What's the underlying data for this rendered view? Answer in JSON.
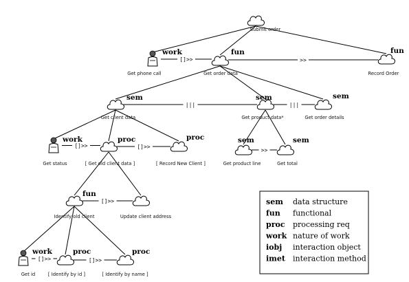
{
  "diagram": {
    "nodes": [
      {
        "id": "submit-order",
        "label": "Submit order",
        "type": "",
        "shape": "cloud"
      },
      {
        "id": "get-phone-call",
        "label": "Get phone call",
        "type": "work",
        "shape": "person"
      },
      {
        "id": "get-order-data",
        "label": "Get order data",
        "type": "fun",
        "shape": "cloud"
      },
      {
        "id": "record-order",
        "label": "Record Order",
        "type": "fun",
        "shape": "cloud"
      },
      {
        "id": "get-client-data",
        "label": "Get client data",
        "type": "sem",
        "shape": "cloud"
      },
      {
        "id": "get-product-data",
        "label": "Get product data*",
        "type": "sem",
        "shape": "cloud"
      },
      {
        "id": "get-order-details",
        "label": "Get order details",
        "type": "sem",
        "shape": "cloud"
      },
      {
        "id": "get-status",
        "label": "Get status",
        "type": "work",
        "shape": "person"
      },
      {
        "id": "get-old-client-data",
        "label": "[ Get old client data ]",
        "type": "proc",
        "shape": "cloud"
      },
      {
        "id": "record-new-client",
        "label": "[ Record New Client ]",
        "type": "proc",
        "shape": "cloud"
      },
      {
        "id": "get-product-line",
        "label": "Get product line",
        "type": "sem",
        "shape": "cloud"
      },
      {
        "id": "get-total",
        "label": "Get total",
        "type": "sem",
        "shape": "cloud"
      },
      {
        "id": "identify-old-client",
        "label": "Identify old client",
        "type": "fun",
        "shape": "cloud"
      },
      {
        "id": "update-client-address",
        "label": "Update client address",
        "type": "",
        "shape": "cloud"
      },
      {
        "id": "get-id",
        "label": "Get id",
        "type": "work",
        "shape": "person"
      },
      {
        "id": "identify-by-id",
        "label": "[ Identify by id ]",
        "type": "proc",
        "shape": "cloud"
      },
      {
        "id": "identify-by-name",
        "label": "[ Identify by name ]",
        "type": "proc",
        "shape": "cloud"
      }
    ],
    "edges": [
      [
        "submit-order",
        "get-phone-call"
      ],
      [
        "submit-order",
        "get-order-data"
      ],
      [
        "submit-order",
        "record-order"
      ],
      [
        "get-order-data",
        "get-client-data"
      ],
      [
        "get-order-data",
        "get-product-data"
      ],
      [
        "get-order-data",
        "get-order-details"
      ],
      [
        "get-client-data",
        "get-status"
      ],
      [
        "get-client-data",
        "get-old-client-data"
      ],
      [
        "get-client-data",
        "record-new-client"
      ],
      [
        "get-product-data",
        "get-product-line"
      ],
      [
        "get-product-data",
        "get-total"
      ],
      [
        "get-old-client-data",
        "identify-old-client"
      ],
      [
        "get-old-client-data",
        "update-client-address"
      ],
      [
        "identify-old-client",
        "get-id"
      ],
      [
        "identify-old-client",
        "identify-by-id"
      ],
      [
        "identify-old-client",
        "identify-by-name"
      ]
    ],
    "relations": [
      {
        "from": "get-phone-call",
        "to": "get-order-data",
        "op": "[]>>"
      },
      {
        "from": "get-order-data",
        "to": "record-order",
        "op": ">>"
      },
      {
        "from": "get-client-data",
        "to": "get-product-data",
        "op": "|||"
      },
      {
        "from": "get-product-data",
        "to": "get-order-details",
        "op": "|||"
      },
      {
        "from": "get-status",
        "to": "get-old-client-data",
        "op": "[]>>"
      },
      {
        "from": "get-old-client-data",
        "to": "record-new-client",
        "op": "[]>>"
      },
      {
        "from": "get-product-line",
        "to": "get-total",
        "op": ">>"
      },
      {
        "from": "identify-old-client",
        "to": "update-client-address",
        "op": "[]>>"
      },
      {
        "from": "get-id",
        "to": "identify-by-id",
        "op": "[]>>"
      },
      {
        "from": "identify-by-id",
        "to": "identify-by-name",
        "op": "[]>>"
      }
    ]
  },
  "legend": {
    "items": [
      {
        "key": "sem",
        "desc": "data structure"
      },
      {
        "key": "fun",
        "desc": "functional"
      },
      {
        "key": "proc",
        "desc": "processing req"
      },
      {
        "key": "work",
        "desc": "nature of work"
      },
      {
        "key": "iobj",
        "desc": "interaction object"
      },
      {
        "key": "imet",
        "desc": "interaction method"
      }
    ]
  }
}
